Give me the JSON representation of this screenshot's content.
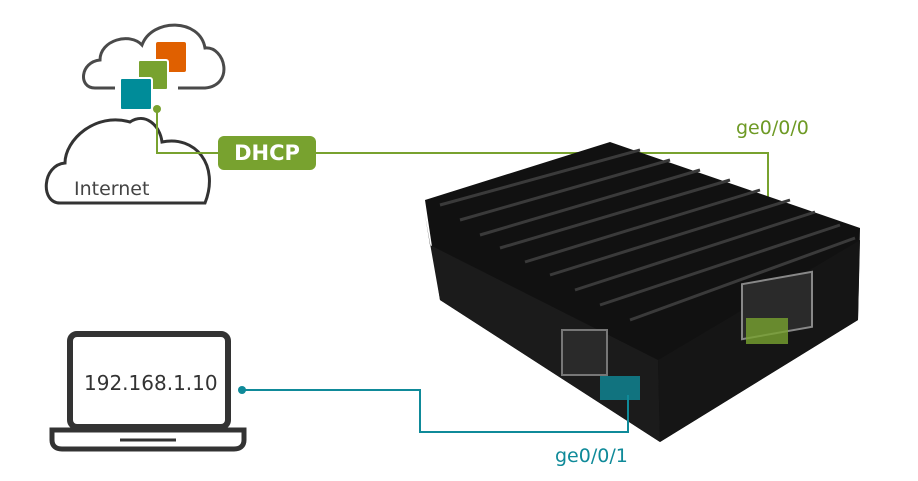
{
  "diagram": {
    "internet_label": "Internet",
    "dhcp_label": "DHCP",
    "wan_port_label": "ge0/0/0",
    "lan_port_label": "ge0/0/1",
    "laptop_ip": "192.168.1.10"
  },
  "colors": {
    "green": "#78a22f",
    "teal": "#0f8a99",
    "orange": "#e06000",
    "outline": "#4a4a4a"
  }
}
